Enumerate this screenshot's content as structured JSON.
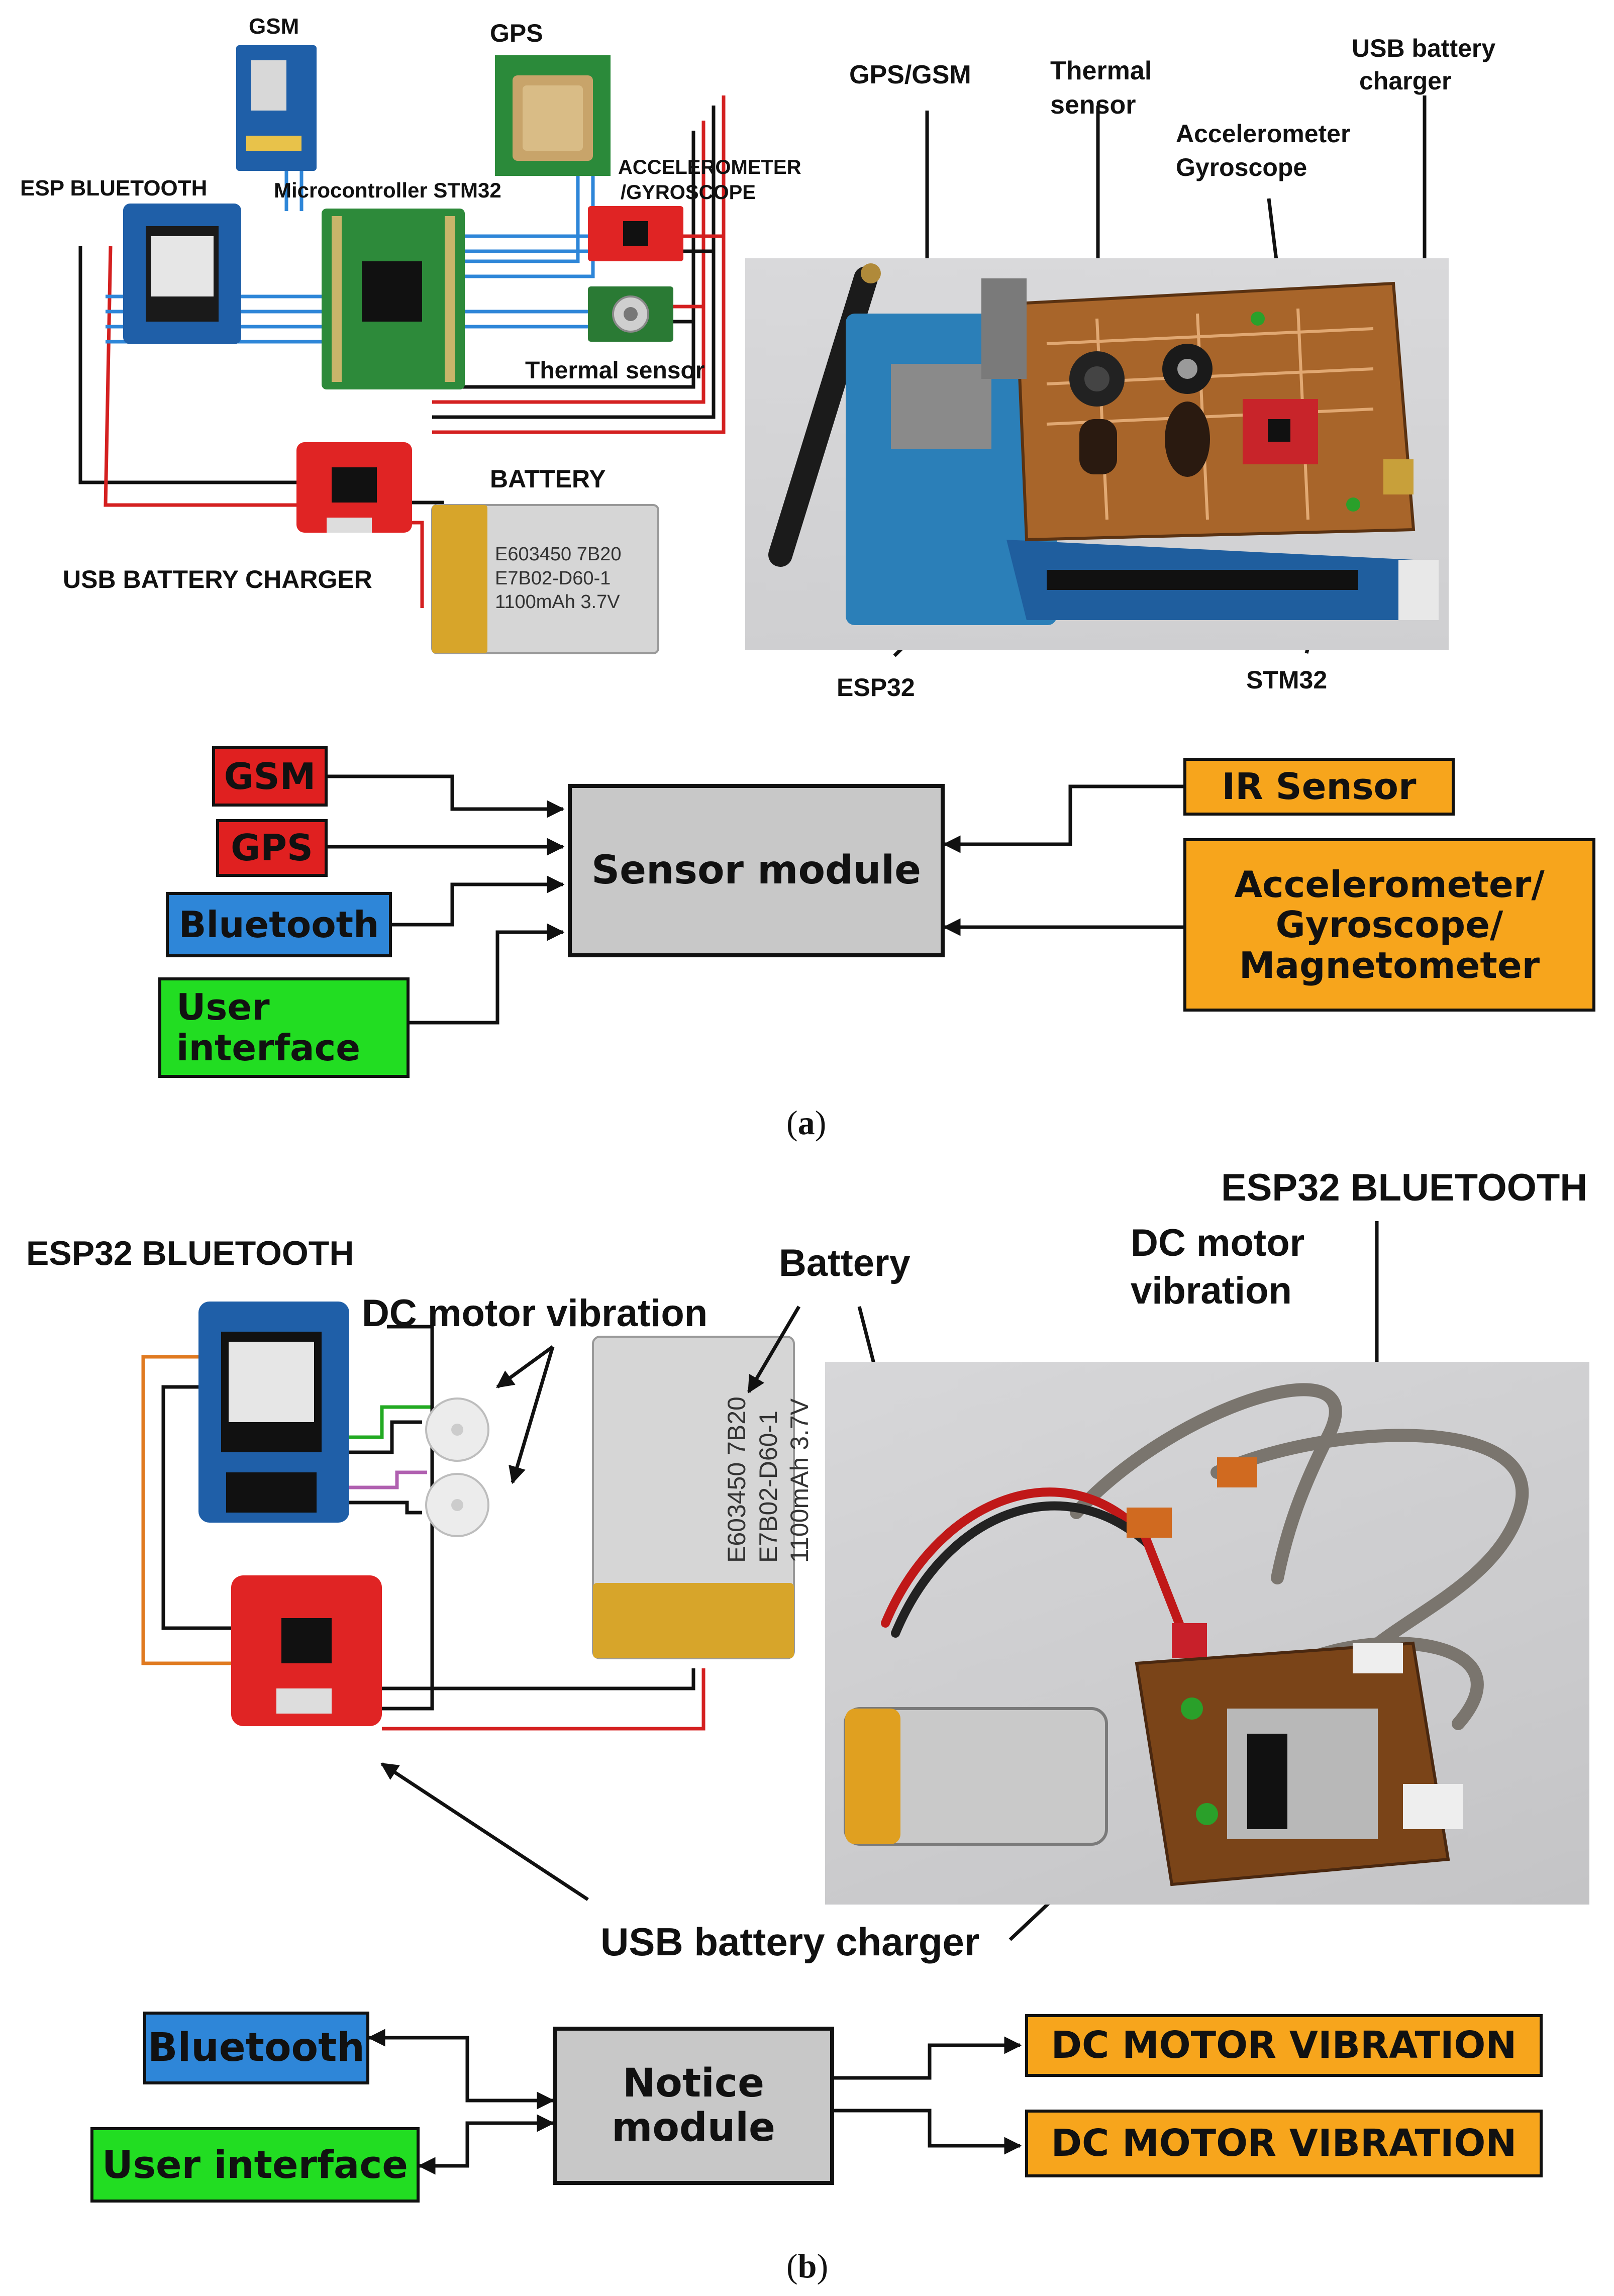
{
  "colors": {
    "red": "#e02020",
    "blue": "#2e86d8",
    "green": "#22dd22",
    "orange": "#f7a51c",
    "gray": "#c8c8c8",
    "black": "#111111"
  },
  "panel_a": {
    "schematic": {
      "gsm": "GSM",
      "gps": "GPS",
      "esp_bluetooth": "ESP BLUETOOTH",
      "microcontroller": "Microcontroller STM32",
      "accelerometer_line1": "ACCELEROMETER",
      "accelerometer_line2": "/GYROSCOPE",
      "thermal_sensor": "Thermal sensor",
      "battery": "BATTERY",
      "usb_charger": "USB BATTERY CHARGER",
      "battery_text_1": "E603450 7B20",
      "battery_text_2": "E7B02-D60-1",
      "battery_text_3": "1100mAh 3.7V"
    },
    "photo": {
      "gps_gsm": "GPS/GSM",
      "thermal_line1": "Thermal",
      "thermal_line2": "sensor",
      "accel_line1": "Accelerometer",
      "accel_line2": "Gyroscope",
      "usb_line1": "USB battery",
      "usb_line2": "charger",
      "esp32": "ESP32",
      "stm32": "STM32"
    },
    "block": {
      "center": "Sensor module",
      "gsm": "GSM",
      "gps": "GPS",
      "bluetooth": "Bluetooth",
      "ui_line1": "User",
      "ui_line2": "interface",
      "ir": "IR Sensor",
      "accel_line1": "Accelerometer/",
      "accel_line2": "Gyroscope/",
      "accel_line3": "Magnetometer"
    },
    "caption_letter": "a"
  },
  "panel_b": {
    "schematic": {
      "esp32_bluetooth": "ESP32 BLUETOOTH",
      "dc_motor": "DC motor vibration",
      "battery": "Battery",
      "battery_text_1": "E603450 7B20",
      "battery_text_2": "E7B02-D60-1",
      "battery_text_3": "1100mAh 3.7V"
    },
    "photo": {
      "esp32_bluetooth": "ESP32 BLUETOOTH",
      "dc_line1": "DC motor",
      "dc_line2": "vibration"
    },
    "usb_charger": "USB battery charger",
    "block": {
      "center_line1": "Notice",
      "center_line2": "module",
      "bluetooth": "Bluetooth",
      "ui": "User interface",
      "motor1": "DC MOTOR VIBRATION",
      "motor2": "DC MOTOR VIBRATION"
    },
    "caption_letter": "b"
  }
}
